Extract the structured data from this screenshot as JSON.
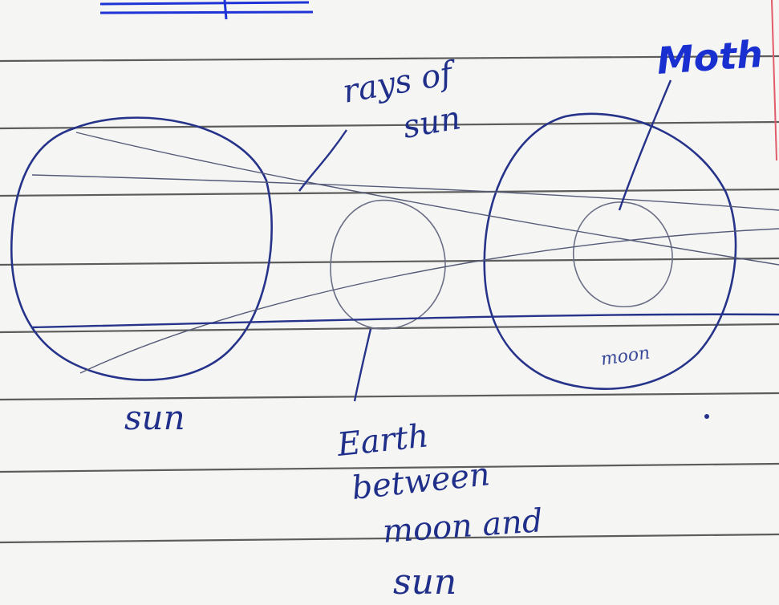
{
  "labels": {
    "rays": [
      "rays of",
      "sun"
    ],
    "sun": "sun",
    "earth": [
      "Earth",
      "between",
      "moon and",
      "sun"
    ],
    "moth": "Moth",
    "moon_inner": "moon"
  },
  "colors": {
    "ink": "#1f2f8a",
    "ink_bold": "#1a2fd0",
    "pencil": "#6a6f88",
    "ruled_line": "#3a3a3a",
    "margin_line": "#e25b6a",
    "paper": "#f5f5f3"
  }
}
